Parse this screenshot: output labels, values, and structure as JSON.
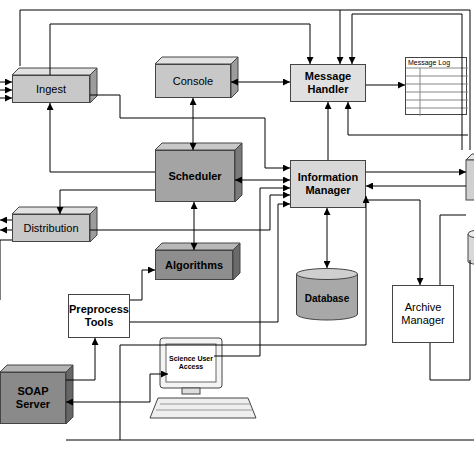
{
  "diagram": {
    "nodes": [
      {
        "text": [
          "Ingest"
        ]
      },
      {
        "text": [
          "Console"
        ]
      },
      {
        "text": [
          "Message Handler"
        ]
      },
      {
        "text": [
          "Message Log"
        ]
      },
      {
        "text": [
          "Scheduler"
        ]
      },
      {
        "text": [
          "Information Manager"
        ]
      },
      {
        "text": [
          "Distribution"
        ]
      },
      {
        "text": [
          "Algorithms"
        ]
      },
      {
        "text": [
          "Database"
        ]
      },
      {
        "text": [
          "Preprocess Tools"
        ]
      },
      {
        "text": [
          "Archive Manager"
        ]
      },
      {
        "text": [
          "Science User Access"
        ]
      },
      {
        "text": [
          "SOAP Server"
        ]
      }
    ],
    "edges": [
      {
        "from": 1,
        "to": 4,
        "arrow": "both"
      },
      {
        "from": 1,
        "to": 2,
        "arrow": "both"
      },
      {
        "from": 2,
        "to": 3,
        "arrow": "to"
      },
      {
        "from": 4,
        "to": 7,
        "arrow": "both"
      },
      {
        "from": 4,
        "to": 0,
        "arrow": "to"
      },
      {
        "from": 4,
        "to": 6,
        "arrow": "to"
      },
      {
        "from": 4,
        "to": 5,
        "arrow": "both"
      },
      {
        "from": 0,
        "to": 5,
        "arrow": "to"
      },
      {
        "from": 5,
        "to": 8,
        "arrow": "both"
      },
      {
        "from": 5,
        "to": 2,
        "arrow": "to"
      },
      {
        "from": 5,
        "to": 10,
        "arrow": "to"
      },
      {
        "from": 0,
        "to": 2,
        "arrow": "to"
      },
      {
        "from": 6,
        "to": 5,
        "arrow": "to"
      },
      {
        "from": 9,
        "to": 7,
        "arrow": "to"
      },
      {
        "from": 9,
        "to": 5,
        "arrow": "to"
      },
      {
        "from": 12,
        "to": 9,
        "arrow": "to"
      },
      {
        "from": 12,
        "to": 11,
        "arrow": "both"
      },
      {
        "from": 11,
        "to": 5,
        "arrow": "to"
      }
    ]
  }
}
